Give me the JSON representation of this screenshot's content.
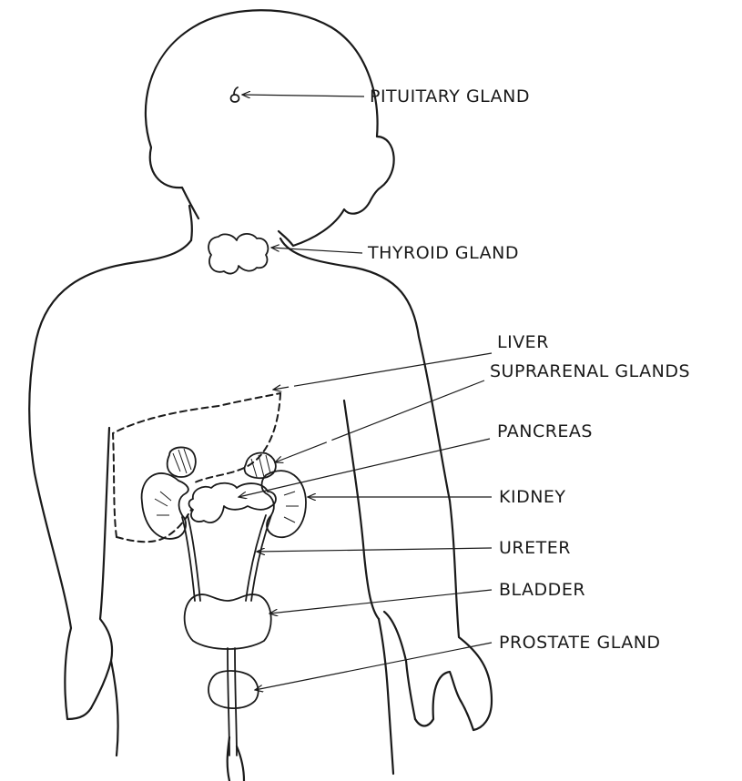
{
  "labels": {
    "pituitary": "PITUITARY GLAND",
    "thyroid": "THYROID GLAND",
    "liver": "LIVER",
    "suprarenal": "SUPRARENAL GLANDS",
    "pancreas": "PANCREAS",
    "kidney": "KIDNEY",
    "ureter": "URETER",
    "bladder": "BLADDER",
    "prostate": "PROSTATE GLAND"
  },
  "colors": {
    "ink": "#1a1a1a",
    "background": "#ffffff"
  }
}
